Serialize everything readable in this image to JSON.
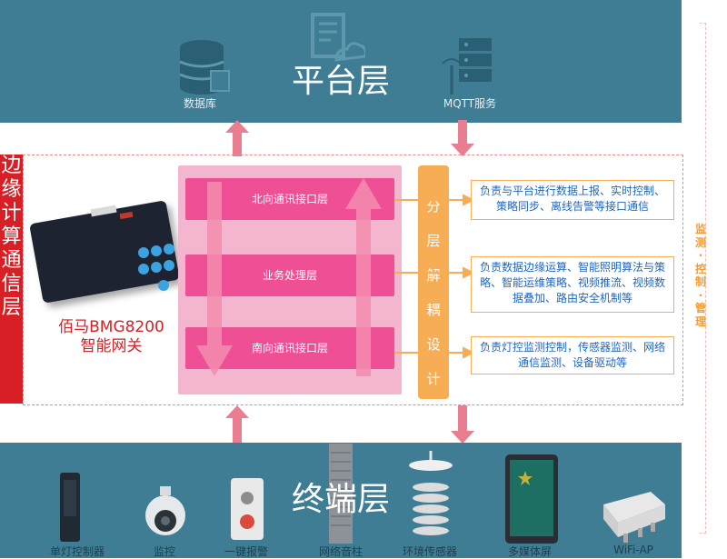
{
  "platform": {
    "title": "平台层",
    "db_label": "数据库",
    "mqtt_label": "MQTT服务"
  },
  "terminal": {
    "title": "终端层",
    "devices": [
      {
        "label": "单灯控制器",
        "icon": "controller-icon"
      },
      {
        "label": "监控",
        "icon": "camera-icon"
      },
      {
        "label": "一键报警",
        "icon": "alarm-icon"
      },
      {
        "label": "网络音柱",
        "icon": "speaker-column-icon"
      },
      {
        "label": "环境传感器",
        "icon": "sensor-icon"
      },
      {
        "label": "多媒体屏",
        "icon": "screen-icon"
      },
      {
        "label": "WiFi-AP",
        "icon": "wifi-ap-icon"
      }
    ]
  },
  "edge": {
    "side_label": [
      "边",
      "缘",
      "计",
      "算",
      "通",
      "信",
      "层"
    ],
    "gateway_name": "佰马BMG8200",
    "gateway_sub": "智能网关"
  },
  "layers": {
    "north": "北向通讯接口层",
    "business": "业务处理层",
    "south": "南向通讯接口层"
  },
  "design_chars": [
    "分",
    "层",
    "解",
    "耦",
    "设",
    "计"
  ],
  "descriptions": {
    "north": "负责与平台进行数据上报、实时控制、策略同步、离线告警等接口通信",
    "business": "负责数据边缘运算、智能照明算法与策略、智能运维策略、视频推流、视频数据叠加、路由安全机制等",
    "south": "负责灯控监测控制，传感器监测、网络通信监测、设备驱动等"
  },
  "side_right_label": [
    "监",
    "测",
    "·",
    "控",
    "制",
    "·",
    "管",
    "理"
  ],
  "colors": {
    "band": "#3f7d95",
    "edge_red": "#d81f25",
    "layer_pink": "#ef4f95",
    "stack_pink": "#f4b6cf",
    "orange": "#f7ad54",
    "arrow_pink": "#ea7e91",
    "desc_blue": "#1f66c1"
  }
}
